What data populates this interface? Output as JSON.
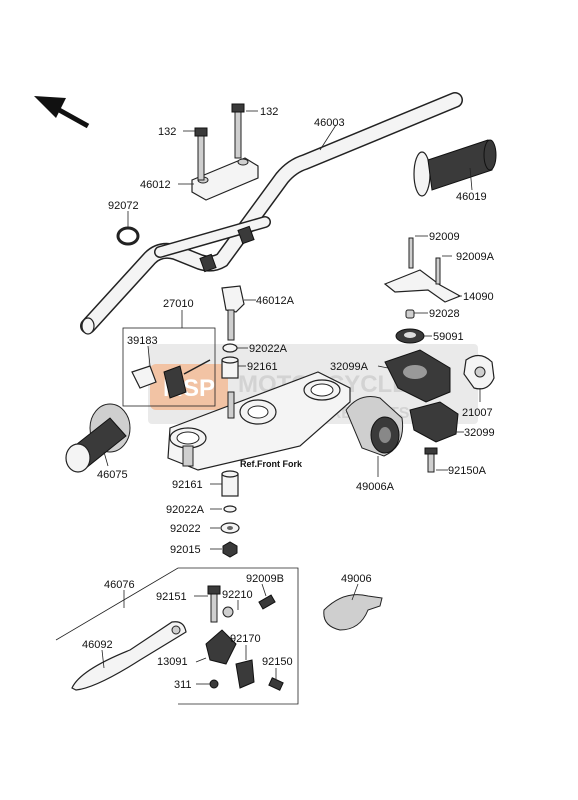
{
  "labels": {
    "p46003": "46003",
    "p132a": "132",
    "p132b": "132",
    "p46012": "46012",
    "p92072": "92072",
    "p46019": "46019",
    "p92009": "92009",
    "p92009A": "92009A",
    "p14090": "14090",
    "p92028": "92028",
    "p27010": "27010",
    "p46012A": "46012A",
    "p39183": "39183",
    "p92022A_top": "92022A",
    "p92161_top": "92161",
    "p59091": "59091",
    "p32099A": "32099A",
    "p21007": "21007",
    "p32099": "32099",
    "p92150A": "92150A",
    "p49006A": "49006A",
    "p46075": "46075",
    "p92161_bot": "92161",
    "p92022A_bot": "92022A",
    "p92022": "92022",
    "p92015": "92015",
    "p46076": "46076",
    "p92151": "92151",
    "p92210": "92210",
    "p92009B": "92009B",
    "p49006": "49006",
    "p46092": "46092",
    "p13091": "13091",
    "p92170": "92170",
    "p92150": "92150",
    "p311": "311"
  },
  "ref_text": "Ref.Front Fork",
  "watermark": {
    "logo": "MSP",
    "line1": "MOTORCYCLE",
    "line2": "SPARE PARTS",
    "color": "#e8935a"
  },
  "icons": [
    "direction-arrow-icon"
  ]
}
